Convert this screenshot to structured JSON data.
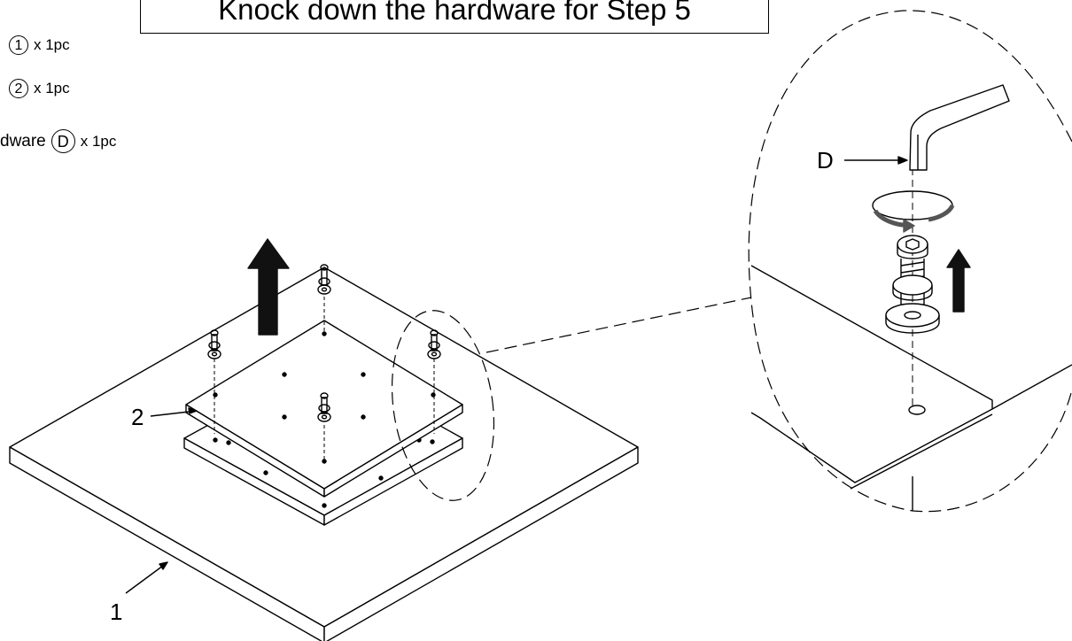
{
  "title": "Knock down the hardware for Step 5",
  "parts_list": [
    {
      "prefix": "",
      "id": "1",
      "qty": "x 1pc"
    },
    {
      "prefix": "",
      "id": "2",
      "qty": "x 1pc"
    },
    {
      "prefix": "dware",
      "id": "D",
      "qty": "x 1pc"
    }
  ],
  "callouts": {
    "top": "1",
    "bracket": "2",
    "tool": "D"
  },
  "colors": {
    "line": "#000000",
    "arrow": "#111111",
    "paper": "#ffffff"
  }
}
